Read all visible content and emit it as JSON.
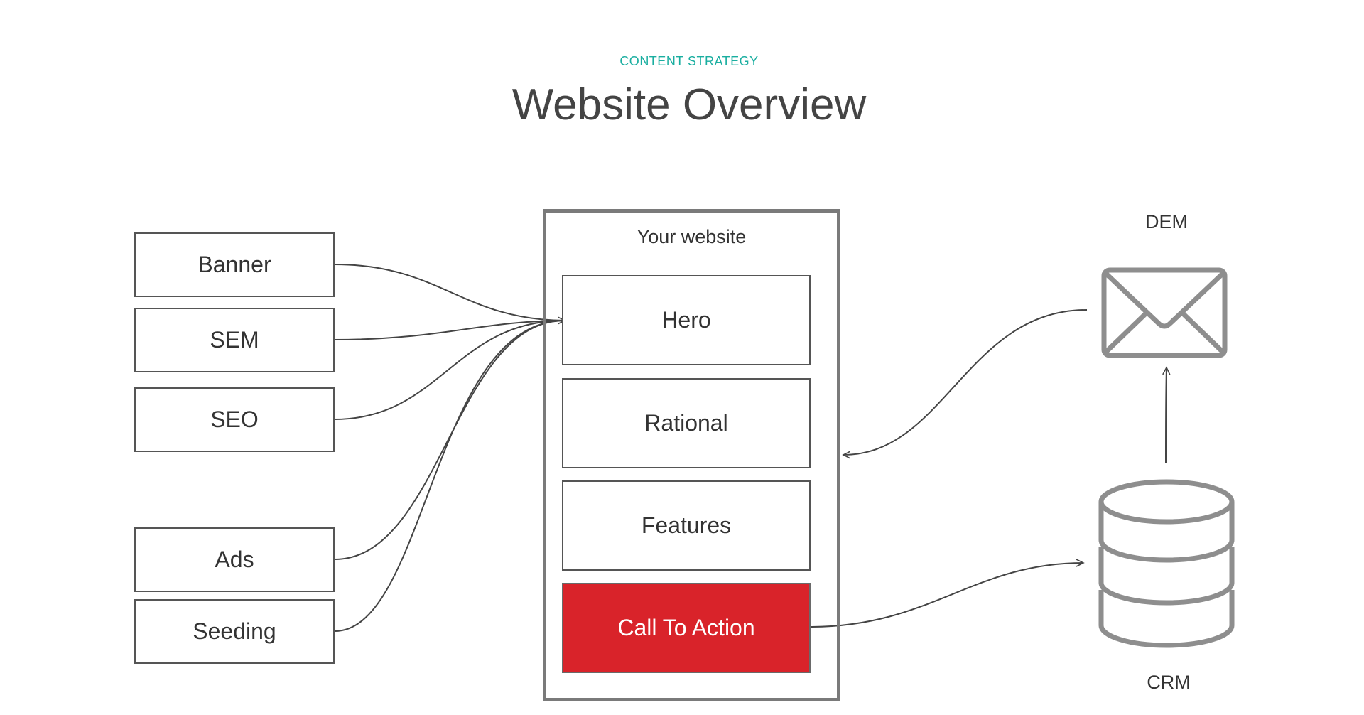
{
  "header": {
    "eyebrow": "CONTENT STRATEGY",
    "title": "Website Overview"
  },
  "sources": [
    "Banner",
    "SEM",
    "SEO",
    "Ads",
    "Seeding"
  ],
  "website": {
    "label": "Your website",
    "sections": [
      "Hero",
      "Rational",
      "Features",
      "Call To Action"
    ]
  },
  "channels": {
    "dem_label": "DEM",
    "crm_label": "CRM"
  },
  "icons": {
    "dem": "envelope-icon",
    "crm": "database-icon"
  },
  "colors": {
    "accent": "#1aaea0",
    "cta": "#d9232a",
    "icon": "#8e8e8e",
    "line": "#444444"
  }
}
